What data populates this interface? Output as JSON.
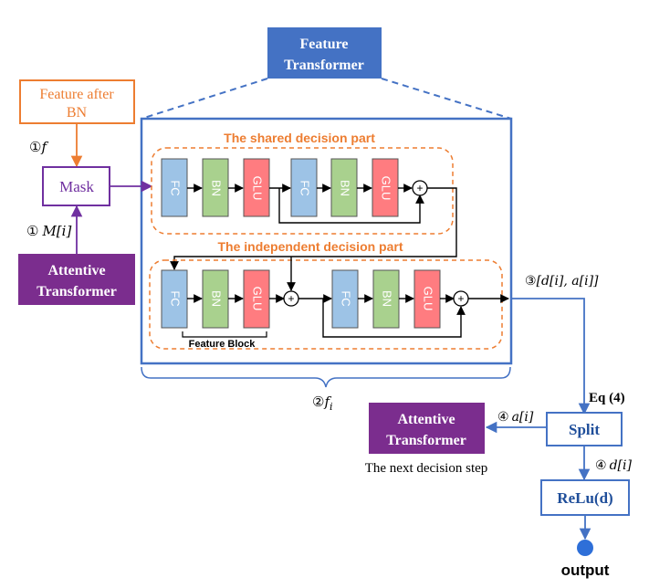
{
  "feature_transformer": {
    "line1": "Feature",
    "line2": "Transformer"
  },
  "feature_after_bn": {
    "line1": "Feature after",
    "line2": "BN"
  },
  "mask": {
    "label": "Mask"
  },
  "attentive_left": {
    "line1": "Attentive",
    "line2": "Transformer"
  },
  "attentive_right": {
    "line1": "Attentive",
    "line2": "Transformer"
  },
  "next_step": "The next decision step",
  "shared_part": "The shared decision part",
  "independent_part": "The independent decision part",
  "feature_block": "Feature Block",
  "blocks": {
    "fc": "FC",
    "bn": "BN",
    "glu": "GLU"
  },
  "plus": "+",
  "labels": {
    "step1_f_num": "①",
    "step1_f_var": "f",
    "step1_m_num": "①",
    "step1_m_var": "M[i]",
    "step3_num": "③",
    "step3_var": "[d[i], a[i]]",
    "step2_num": "②",
    "step2_var": "f",
    "step2_sub": "i",
    "step4a_num": "④",
    "step4a_var": "a[i]",
    "step4d_num": "④",
    "step4d_var": "d[i]",
    "eq": "Eq (4)"
  },
  "split": "Split",
  "relu": "ReLu(d)",
  "output": "output",
  "colors": {
    "blue": "#4472C4",
    "orange": "#ED7D31",
    "purple": "#7030A0",
    "purple_fill": "#7B2D8E",
    "fc_fill": "#9DC3E6",
    "bn_fill": "#A9D18E",
    "glu_fill": "#FF7C80",
    "dot": "#2E6FD8"
  }
}
